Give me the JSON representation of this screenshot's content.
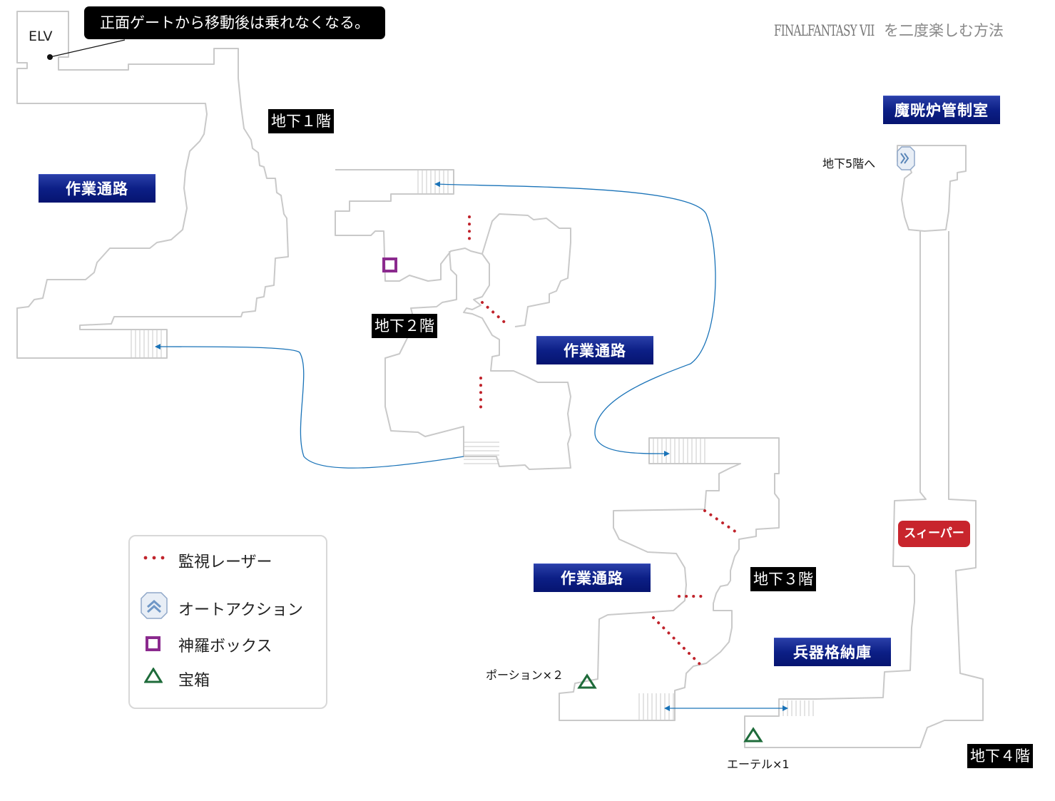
{
  "title": {
    "brand": "FINALFANTASY VII",
    "subtitle": "を二度楽しむ方法"
  },
  "callout": "正面ゲートから移動後は乗れなくなる。",
  "elv": "ELV",
  "floors": {
    "b1": "地下１階",
    "b2": "地下２階",
    "b3": "地下３階",
    "b4": "地下４階"
  },
  "areas": {
    "passage_b1": "作業通路",
    "passage_b2": "作業通路",
    "passage_b3": "作業通路",
    "control_room": "魔晄炉管制室",
    "weapon_storage": "兵器格納庫"
  },
  "to_b5": "地下5階へ",
  "boss": "スィーパー",
  "items": {
    "potion": "ポーション×２",
    "ether": "エーテル×1"
  },
  "legend": {
    "laser": "監視レーザー",
    "auto_action": "オートアクション",
    "shinra_box": "神羅ボックス",
    "treasure": "宝箱"
  },
  "colors": {
    "laser": "#c0232b",
    "arrow": "#1a73b8",
    "shinra_box": "#8b2a8e",
    "treasure": "#1e6b3a",
    "wall": "#c9c9c9"
  }
}
